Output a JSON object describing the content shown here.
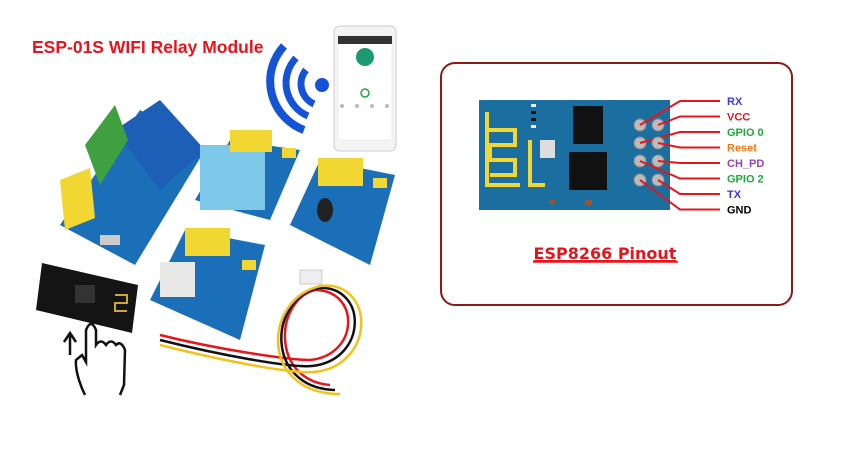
{
  "product_title": "ESP-01S WIFI Relay Module",
  "pinout_panel": {
    "title": "ESP8266 Pinout",
    "border_color": "#8b1a1a",
    "pins": [
      {
        "label": "RX",
        "color": "#3a3ad6"
      },
      {
        "label": "VCC",
        "color": "#e8141b"
      },
      {
        "label": "GPIO 0",
        "color": "#1fa83a"
      },
      {
        "label": "Reset",
        "color": "#f07a1a"
      },
      {
        "label": "CH_PD",
        "color": "#9b3fb5"
      },
      {
        "label": "GPIO 2",
        "color": "#1fa83a"
      },
      {
        "label": "TX",
        "color": "#3a3ad6"
      },
      {
        "label": "GND",
        "color": "#000000"
      }
    ]
  },
  "colors": {
    "title_red": "#e8141b",
    "pcb_blue": "#1a74b0",
    "wifi_blue": "#1452d6"
  }
}
